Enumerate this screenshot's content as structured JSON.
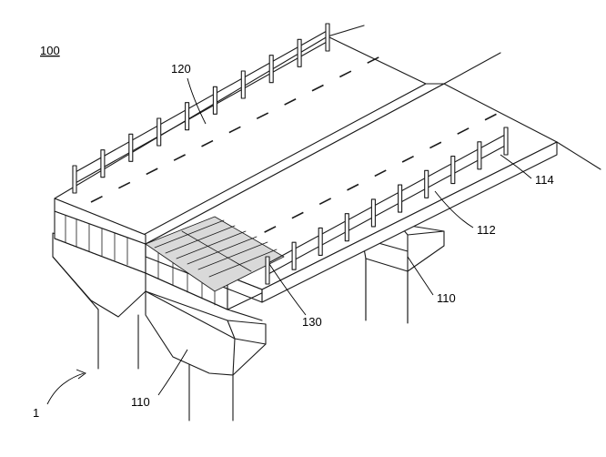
{
  "figure": {
    "id_label": "100",
    "labels": {
      "deck_upper": "120",
      "deck_edge": "112",
      "railing": "114",
      "pier_right": "110",
      "pier_left": "110",
      "grating_module": "130",
      "bridge_assembly": "1"
    }
  },
  "colors": {
    "line": "#1a1a1a",
    "background": "#ffffff",
    "grating_fill": "#d9d9d9"
  }
}
